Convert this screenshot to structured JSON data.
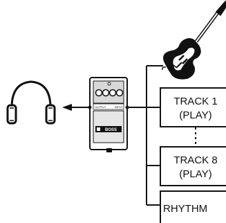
{
  "pedal": {
    "output_label": "OUTPUT",
    "input_label": "INPUT",
    "brand": "BOSS"
  },
  "tracks": [
    {
      "line1": "TRACK 1",
      "line2": "(PLAY)"
    },
    {
      "line1": "TRACK 8",
      "line2": "(PLAY)"
    }
  ],
  "rhythm": {
    "label": "RHYTHM"
  },
  "icons": {
    "headphones": "headphones-icon",
    "guitar": "guitar-icon",
    "pedal": "pedal-icon",
    "arrow": "arrow-left-icon"
  }
}
